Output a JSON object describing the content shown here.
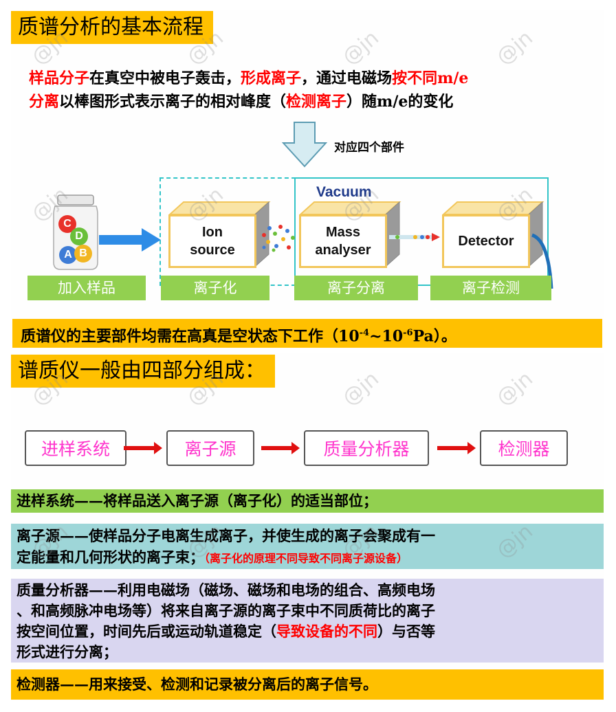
{
  "section1": {
    "title": "质谱分析的基本流程",
    "desc_line1": [
      {
        "text": "样品分子",
        "red": true
      },
      {
        "text": "在真空中被电子轰击，",
        "red": false
      },
      {
        "text": "形成离子",
        "red": true
      },
      {
        "text": "，通过电磁场",
        "red": false
      },
      {
        "text": "按不同m/e",
        "red": true
      }
    ],
    "desc_line2": [
      {
        "text": "分离",
        "red": true
      },
      {
        "text": "以棒图形式表示离子的相对峰度（",
        "red": false
      },
      {
        "text": "检测离子",
        "red": true
      },
      {
        "text": "）随m/e的变化",
        "red": false
      }
    ],
    "arrow_label": "对应四个部件",
    "vacuum_label": "Vacuum",
    "vial_letters": [
      "C",
      "D",
      "A",
      "B"
    ],
    "box_ion_source": "Ion source",
    "box_mass_analyser": "Mass analyser",
    "box_detector": "Detector",
    "labels": [
      "加入样品",
      "离子化",
      "离子分离",
      "离子检测"
    ],
    "note_prefix": "质谱仪的主要部件均需在高真是空状态下工作（",
    "note_v1_base": "10",
    "note_v1_exp": "-4",
    "note_sep": "~",
    "note_v2_base": "10",
    "note_v2_exp": "-6",
    "note_unit": "Pa）。"
  },
  "section2": {
    "title": "谱质仪一般由四部分组成：",
    "components": [
      "进样系统",
      "离子源",
      "质量分析器",
      "检测器"
    ],
    "rows": [
      {
        "main": "进样系统——将样品送入离子源（离子化）的适当部位；",
        "extra": ""
      },
      {
        "main_l1": "离子源——使样品分子电离生成离子，并使生成的离子会聚成有一",
        "main_l2": "定能量和几何形状的离子束；",
        "extra": "（离子化的原理不同导致不同离子源设备）"
      },
      {
        "l1": "质量分析器——利用电磁场（磁场、磁场和电场的组合、高频电场",
        "l2": "、和高频脉冲电场等）将来自离子源的离子束中不同质荷比的离子",
        "l3_a": "按空间位置，时间先后或运动轨道稳定（",
        "l3_red": "导致设备的不同",
        "l3_b": "）与否等",
        "l4": "形式进行分离；"
      },
      {
        "main": "检测器——用来接受、检测和记录被分离后的离子信号。",
        "extra": ""
      }
    ]
  },
  "watermark": "@jn",
  "colors": {
    "title_bg": "#ffc000",
    "label_green": "#92d050",
    "row1_bg": "#92d050",
    "row2_bg": "#9ed6d8",
    "row3_bg": "#d9d6f0",
    "row4_bg": "#ffc000",
    "highlight_red": "#ff0000",
    "component_text": "#ff33cc"
  }
}
